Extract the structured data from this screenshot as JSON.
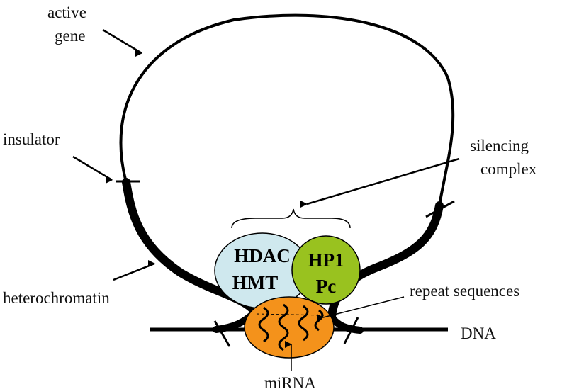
{
  "labels": {
    "active_gene_line1": "active",
    "active_gene_line2": "gene",
    "insulator": "insulator",
    "silencing_line1": "silencing",
    "silencing_line2": "complex",
    "heterochromatin": "heterochromatin",
    "repeat_sequences": "repeat sequences",
    "dna": "DNA",
    "mirna": "miRNA"
  },
  "complex": {
    "hdac": "HDAC",
    "hmt": "HMT",
    "hp1": "HP1",
    "pc": "Pc"
  },
  "colors": {
    "hdac_fill": "#cfe8ee",
    "hp1_fill": "#99c21f",
    "mirna_fill": "#f4921b",
    "line": "#000000"
  }
}
